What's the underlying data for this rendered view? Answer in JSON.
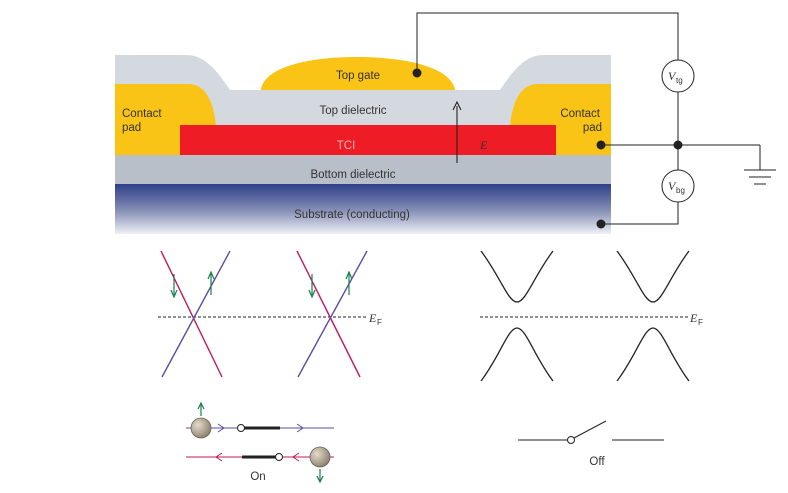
{
  "device": {
    "top_gate": "Top gate",
    "top_dielectric": "Top dielectric",
    "contact_pad_left": [
      "Contact",
      "pad"
    ],
    "contact_pad_right": [
      "Contact",
      "pad"
    ],
    "tci": "TCI",
    "field": "E",
    "bottom_dielectric": "Bottom dielectric",
    "substrate": "Substrate (conducting)"
  },
  "circuit": {
    "vtg": {
      "main": "V",
      "sub": "tg"
    },
    "vbg": {
      "main": "V",
      "sub": "bg"
    }
  },
  "bands": {
    "fermi_left": {
      "main": "E",
      "sub": "F"
    },
    "fermi_right": {
      "main": "E",
      "sub": "F"
    }
  },
  "switch": {
    "on_label": "On",
    "off_label": "Off"
  },
  "colors": {
    "gold": "#f9c416",
    "red": "#ee1c24",
    "dielectric": "#b8bfc9",
    "magenta": "#c2185b",
    "violet": "#5b4ea0",
    "green": "#1a7f4a",
    "navy": "#1f3c88"
  }
}
